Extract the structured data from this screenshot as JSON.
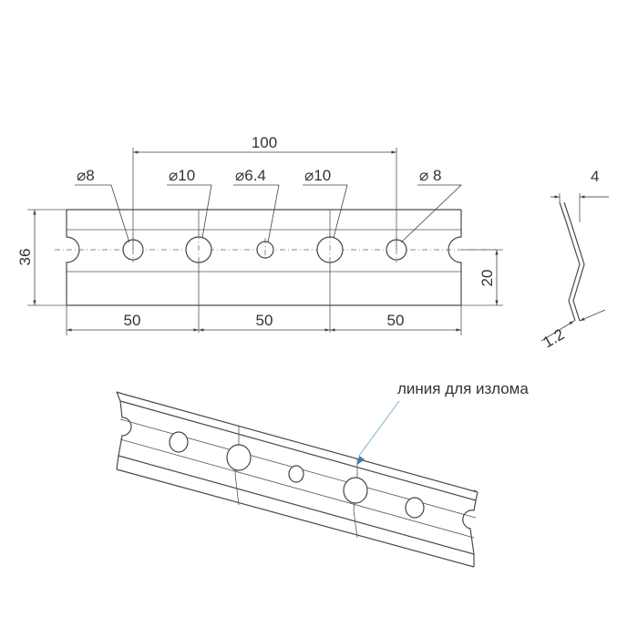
{
  "drawing": {
    "dim_total": "100",
    "hole_labels": [
      "⌀8",
      "⌀10",
      "⌀6.4",
      "⌀10",
      "⌀ 8"
    ],
    "dim_height": "36",
    "dim_center": "20",
    "dim_spacing": [
      "50",
      "50",
      "50"
    ],
    "profile_width": "4",
    "profile_thickness": "1.2",
    "break_line_label": "линия для излома"
  },
  "colors": {
    "line": "#4a4a4a",
    "accent": "#6fa8c8"
  }
}
